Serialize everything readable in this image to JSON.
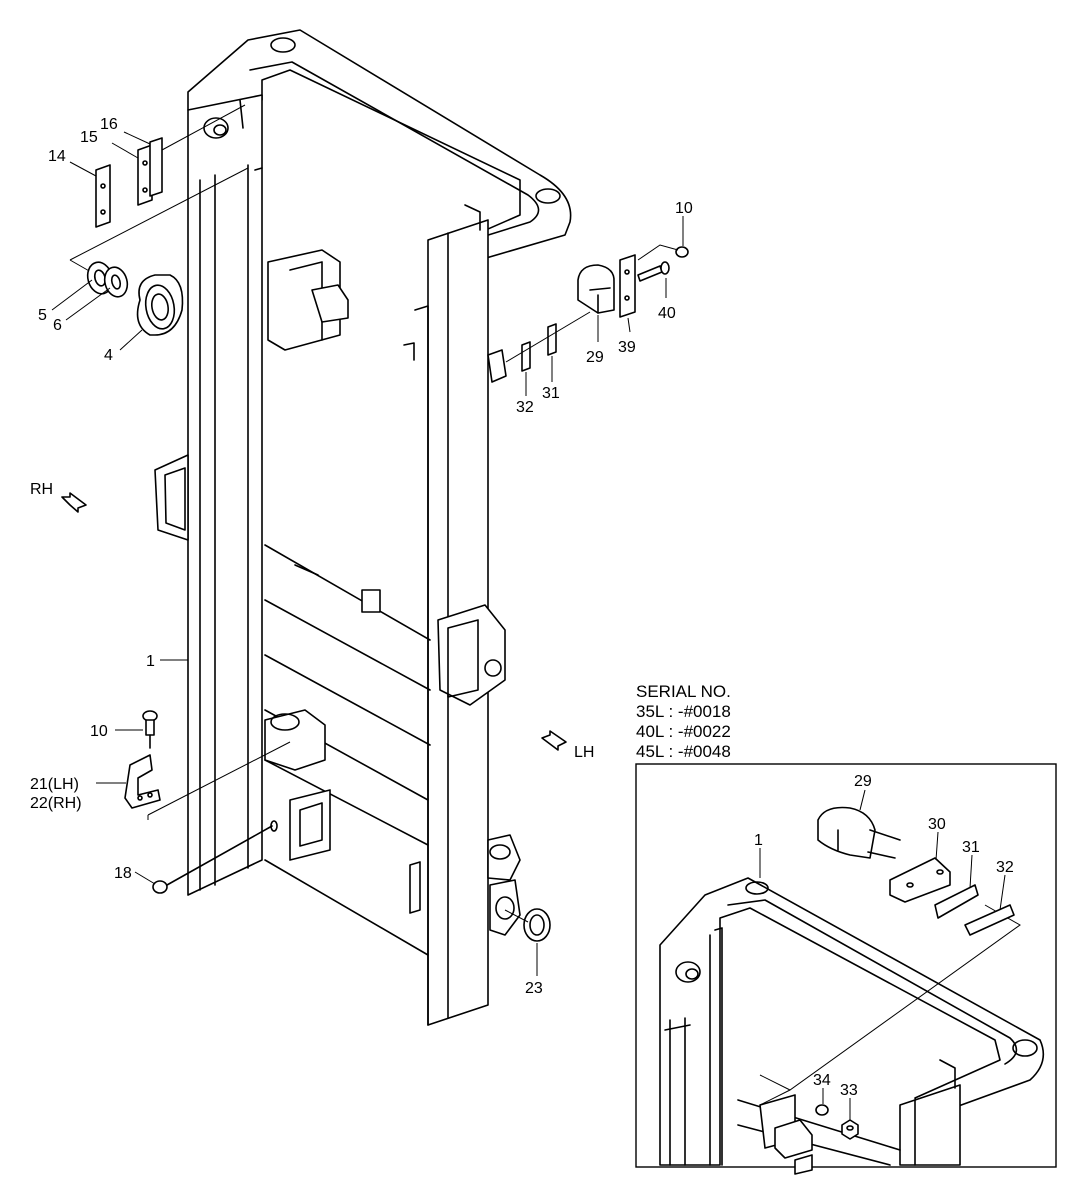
{
  "callouts": {
    "p14": "14",
    "p15": "15",
    "p16": "16",
    "p5": "5",
    "p6": "6",
    "p4": "4",
    "p10_top": "10",
    "p40": "40",
    "p39": "39",
    "p29_top": "29",
    "p31_top": "31",
    "p32_top": "32",
    "p1_main": "1",
    "p10_low": "10",
    "p21": "21(LH)",
    "p22": "22(RH)",
    "p18": "18",
    "p23": "23",
    "p1_inset": "1",
    "p29_inset": "29",
    "p30": "30",
    "p31_inset": "31",
    "p32_inset": "32",
    "p34": "34",
    "p33": "33"
  },
  "directions": {
    "rh": "RH",
    "lh": "LH"
  },
  "serial": {
    "title": "SERIAL NO.",
    "lines": [
      "35L : -#0018",
      "40L : -#0022",
      "45L : -#0048"
    ]
  }
}
